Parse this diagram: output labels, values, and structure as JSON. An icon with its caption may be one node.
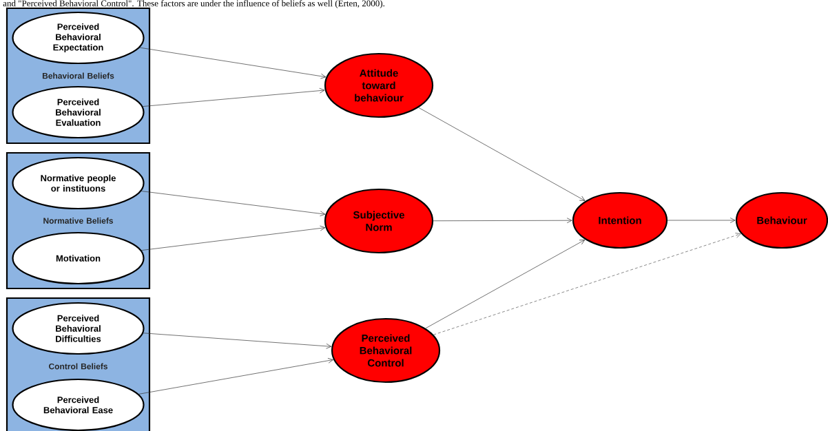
{
  "diagram": {
    "nodes": [
      {
        "text": [
          "Behavioral Beliefs"
        ]
      },
      {
        "text": [
          "Perceived Behavioral Expectation"
        ],
        "in": 0
      },
      {
        "text": [
          "Perceived Behavioral Evaluation"
        ],
        "in": 0
      },
      {
        "text": [
          "Normative Beliefs"
        ]
      },
      {
        "text": [
          "Normative people or instituons"
        ],
        "in": 3
      },
      {
        "text": [
          "Motivation"
        ],
        "in": 3
      },
      {
        "text": [
          "Control Beliefs"
        ]
      },
      {
        "text": [
          "Perceived Behavioral Difficulties"
        ],
        "in": 6
      },
      {
        "text": [
          "Perceived Behavioral Ease"
        ],
        "in": 6
      },
      {
        "text": [
          "Attitude toward behaviour"
        ]
      },
      {
        "text": [
          "Subjective Norm"
        ]
      },
      {
        "text": [
          "Perceived Behavioral Control"
        ]
      },
      {
        "text": [
          "Intention"
        ]
      },
      {
        "text": [
          "Behaviour"
        ]
      }
    ],
    "edges": [
      {
        "from": 1,
        "to": 9,
        "arrow": "to"
      },
      {
        "from": 2,
        "to": 9,
        "arrow": "to"
      },
      {
        "from": 4,
        "to": 10,
        "arrow": "to"
      },
      {
        "from": 5,
        "to": 10,
        "arrow": "to"
      },
      {
        "from": 7,
        "to": 11,
        "arrow": "to"
      },
      {
        "from": 8,
        "to": 11,
        "arrow": "to"
      },
      {
        "from": 9,
        "to": 12,
        "arrow": "to"
      },
      {
        "from": 10,
        "to": 12,
        "arrow": "to"
      },
      {
        "from": 11,
        "to": 12,
        "arrow": "to"
      },
      {
        "from": 12,
        "to": 13,
        "arrow": "to"
      },
      {
        "from": 11,
        "to": 13,
        "arrow": "to",
        "style": "dashed",
        "color": "#555555"
      }
    ],
    "labels": [
      "and \"Perceived Behavioral Control\". These factors are under the influence of beliefs as well (Erten, 2000)."
    ]
  }
}
